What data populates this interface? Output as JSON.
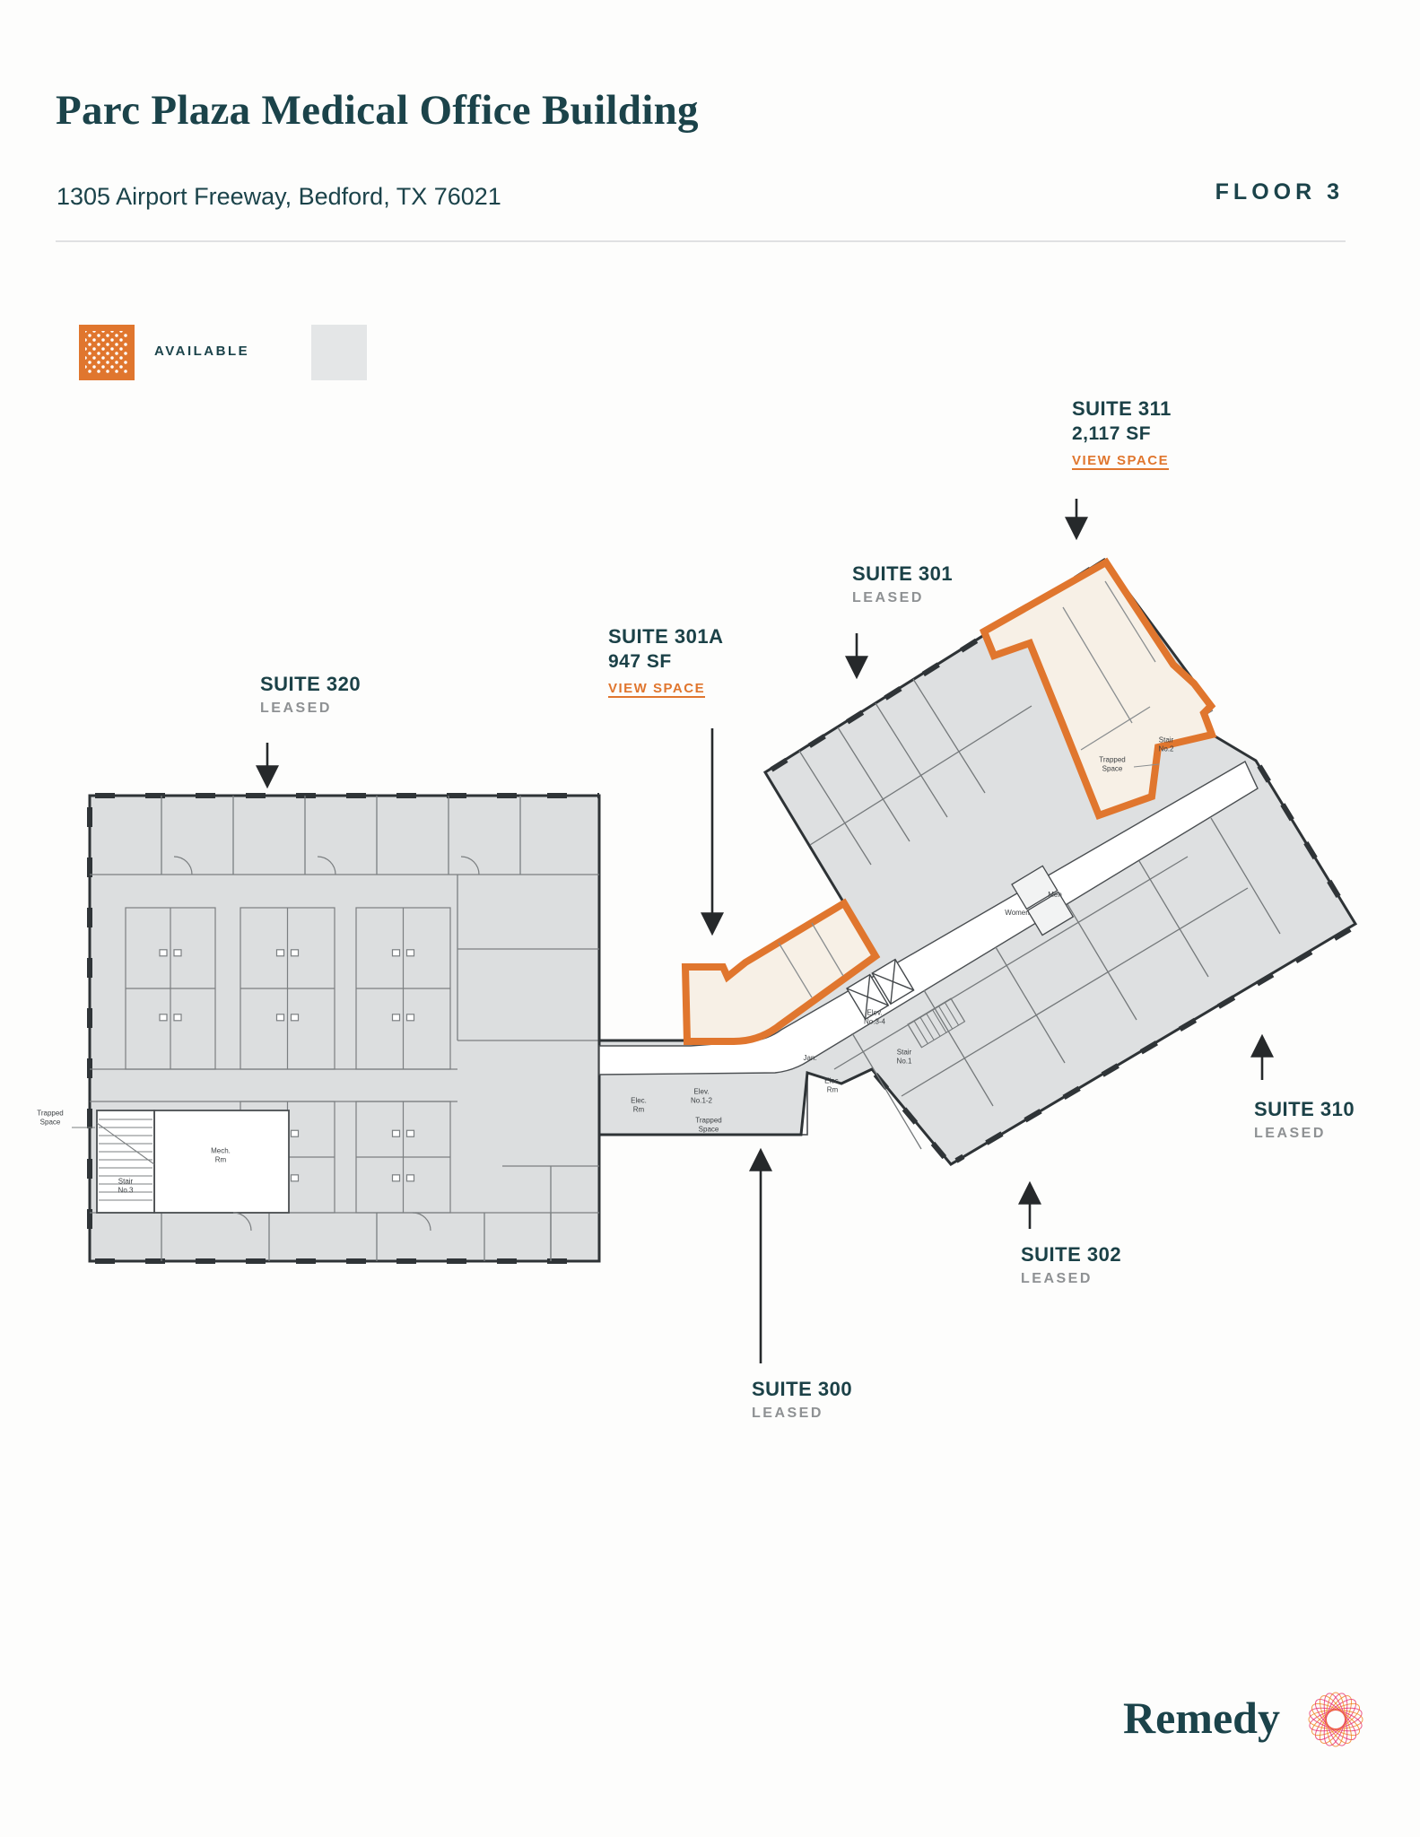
{
  "header": {
    "title": "Parc Plaza Medical Office Building",
    "address": "1305 Airport Freeway, Bedford, TX 76021",
    "floor_label": "FLOOR 3"
  },
  "legend": {
    "available_label": "AVAILABLE"
  },
  "suites": [
    {
      "id": "311",
      "name": "SUITE 311",
      "size": "2,117 SF",
      "action": "VIEW SPACE",
      "status": ""
    },
    {
      "id": "301",
      "name": "SUITE 301",
      "status": "LEASED"
    },
    {
      "id": "301A",
      "name": "SUITE 301A",
      "size": "947 SF",
      "action": "VIEW SPACE",
      "status": ""
    },
    {
      "id": "320",
      "name": "SUITE 320",
      "status": "LEASED"
    },
    {
      "id": "310",
      "name": "SUITE 310",
      "status": "LEASED"
    },
    {
      "id": "302",
      "name": "SUITE 302",
      "status": "LEASED"
    },
    {
      "id": "300",
      "name": "SUITE 300",
      "status": "LEASED"
    }
  ],
  "plan_labels": {
    "trapped_space_left": "Trapped\nSpace",
    "stair_no3": "Stair\nNo.3",
    "mech_rm": "Mech.\nRm",
    "elec_rm_left": "Elec.\nRm",
    "elev_no12": "Elev.\nNo.1-2",
    "trapped_space_mid": "Trapped\nSpace",
    "jan": "Jan.",
    "elec_rm_right": "Elec.\nRm",
    "stair_no1": "Stair\nNo.1",
    "elev_no34": "Elev.\nNo.3-4",
    "men": "Men",
    "women": "Women",
    "stair_no2": "Stair\nNo.2",
    "trapped_space_311": "Trapped\nSpace"
  },
  "footer": {
    "brand": "Remedy"
  },
  "colors": {
    "accent_orange": "#E0762E",
    "teal": "#1B434A",
    "leased_gray": "#8E9193",
    "plan_fill": "#DDDFE0",
    "available_fill": "#F7F0E6"
  }
}
